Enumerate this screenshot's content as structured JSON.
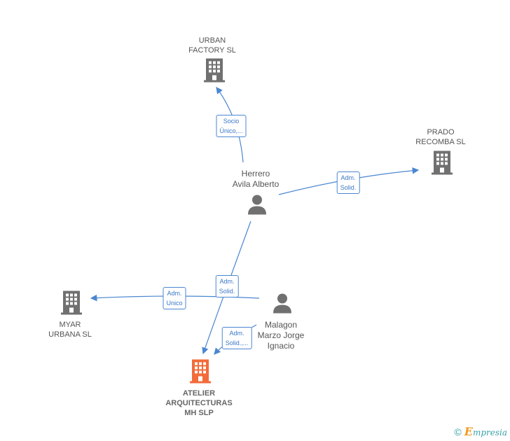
{
  "nodes": {
    "urban_factory": {
      "label_line1": "URBAN",
      "label_line2": "FACTORY SL",
      "type": "company"
    },
    "prado_recomba": {
      "label_line1": "PRADO",
      "label_line2": "RECOMBA SL",
      "type": "company"
    },
    "herrero": {
      "label_line1": "Herrero",
      "label_line2": "Avila Alberto",
      "type": "person"
    },
    "myar": {
      "label_line1": "MYAR",
      "label_line2": "URBANA SL",
      "type": "company"
    },
    "malagon": {
      "label_line1": "Malagon",
      "label_line2": "Marzo Jorge",
      "label_line3": "Ignacio",
      "type": "person"
    },
    "atelier": {
      "label_line1": "ATELIER",
      "label_line2": "ARQUITECTURAS",
      "label_line3": "MH SLP",
      "type": "company-main"
    }
  },
  "edges": {
    "herrero_urban": {
      "line1": "Socio",
      "line2": "Único,..."
    },
    "herrero_prado": {
      "line1": "Adm.",
      "line2": "Solid."
    },
    "herrero_atelier": {
      "line1": "Adm.",
      "line2": "Solid."
    },
    "malagon_myar": {
      "line1": "Adm.",
      "line2": "Unico"
    },
    "malagon_atelier": {
      "line1": "Adm.",
      "line2": "Solid.,..."
    }
  },
  "footer": {
    "copyright": "©",
    "brand_initial": "E",
    "brand_rest": "mpresia"
  },
  "colors": {
    "edge": "#4a86d1",
    "company_icon": "#707070",
    "main_icon": "#f26b3a",
    "person_icon": "#707070"
  }
}
